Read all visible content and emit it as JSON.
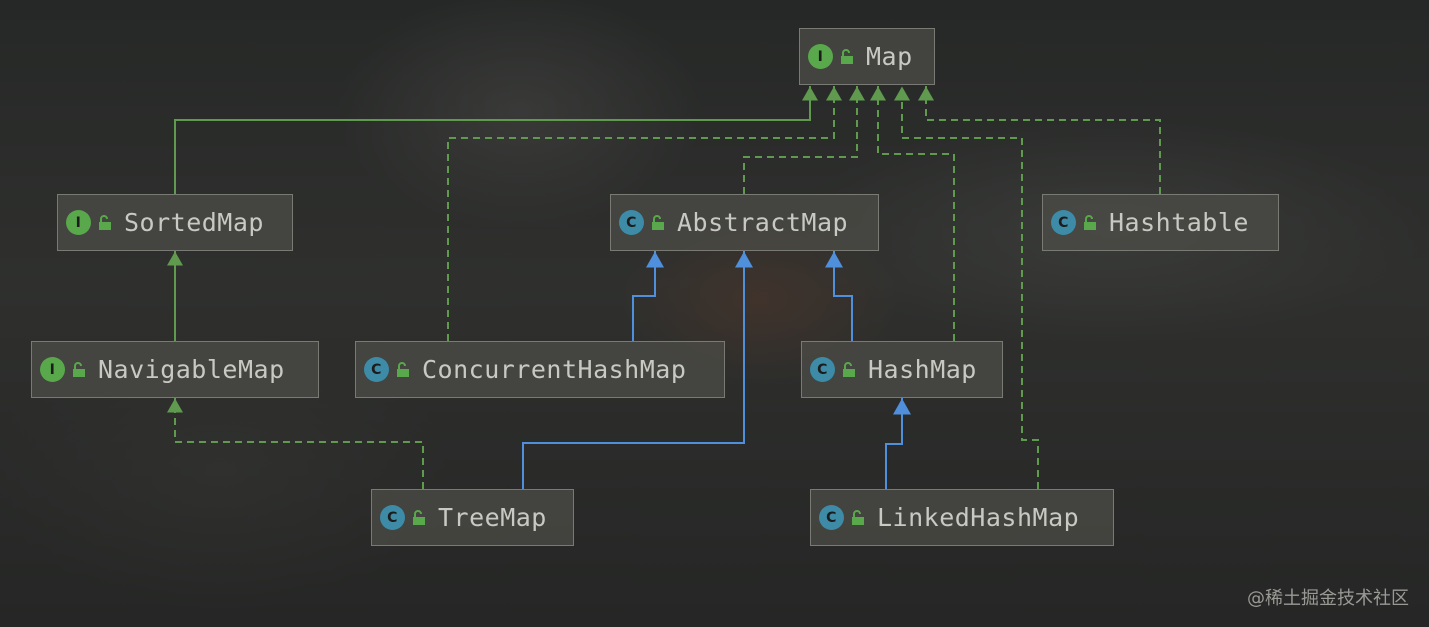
{
  "diagram": {
    "nodes": [
      {
        "id": "Map",
        "kind": "I",
        "label": "Map"
      },
      {
        "id": "SortedMap",
        "kind": "I",
        "label": "SortedMap"
      },
      {
        "id": "AbstractMap",
        "kind": "C",
        "label": "AbstractMap"
      },
      {
        "id": "Hashtable",
        "kind": "C",
        "label": "Hashtable"
      },
      {
        "id": "NavigableMap",
        "kind": "I",
        "label": "NavigableMap"
      },
      {
        "id": "ConcurrentHashMap",
        "kind": "C",
        "label": "ConcurrentHashMap"
      },
      {
        "id": "HashMap",
        "kind": "C",
        "label": "HashMap"
      },
      {
        "id": "TreeMap",
        "kind": "C",
        "label": "TreeMap"
      },
      {
        "id": "LinkedHashMap",
        "kind": "C",
        "label": "LinkedHashMap"
      }
    ],
    "edges": [
      {
        "from": "SortedMap",
        "to": "Map",
        "type": "extends-interface"
      },
      {
        "from": "ConcurrentHashMap",
        "to": "Map",
        "type": "implements"
      },
      {
        "from": "AbstractMap",
        "to": "Map",
        "type": "implements"
      },
      {
        "from": "HashMap",
        "to": "Map",
        "type": "implements"
      },
      {
        "from": "LinkedHashMap",
        "to": "Map",
        "type": "implements"
      },
      {
        "from": "Hashtable",
        "to": "Map",
        "type": "implements"
      },
      {
        "from": "NavigableMap",
        "to": "SortedMap",
        "type": "extends-interface"
      },
      {
        "from": "TreeMap",
        "to": "NavigableMap",
        "type": "implements"
      },
      {
        "from": "ConcurrentHashMap",
        "to": "AbstractMap",
        "type": "extends-class"
      },
      {
        "from": "TreeMap",
        "to": "AbstractMap",
        "type": "extends-class"
      },
      {
        "from": "HashMap",
        "to": "AbstractMap",
        "type": "extends-class"
      },
      {
        "from": "LinkedHashMap",
        "to": "HashMap",
        "type": "extends-class"
      }
    ],
    "colors": {
      "interface_line": "#5f9a4f",
      "class_line": "#4f8fdb",
      "interface_badge": "#59a84b",
      "class_badge": "#3d8ba6"
    }
  },
  "watermark": "@稀土掘金技术社区"
}
